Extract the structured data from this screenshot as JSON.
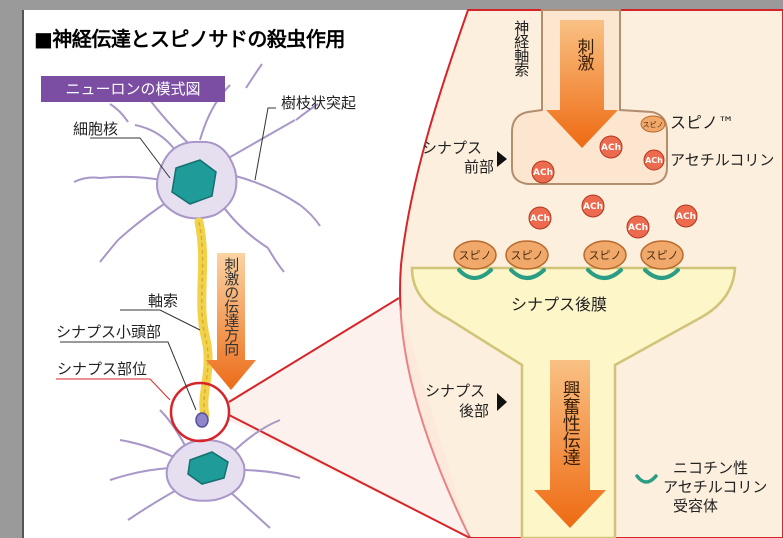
{
  "title": "■神経伝達とスピノサドの殺虫作用",
  "left": {
    "badge": "ニューロンの模式図",
    "dendrite_label": "樹枝状突起",
    "nucleus_label": "細胞核",
    "axon_label": "軸索",
    "bouton_label": "シナプス小頭部",
    "synapse_label": "シナプス部位",
    "direction_arrow": "刺激の伝達方向"
  },
  "right": {
    "axon_vertical": "神経軸索",
    "stimulus": "刺激",
    "presynaptic": [
      "シナプス",
      "前部"
    ],
    "postsynaptic_membrane": "シナプス後膜",
    "postsynaptic": [
      "シナプス",
      "後部"
    ],
    "excitatory": "興奮性伝達",
    "ach": "ACh",
    "spino": "スピノ",
    "legend": {
      "spino_mini": "スピノ",
      "spino": "スピノ™",
      "ach_icon": "ACh",
      "acetylcholine": "アセチルコリン",
      "receptor": [
        "ニコチン性",
        "アセチルコリン",
        "受容体"
      ]
    }
  },
  "colors": {
    "brand_red": "#d6252a",
    "badge_purple": "#7b4ea3",
    "neuron_fill": "#e6dff0",
    "neuron_stroke": "#9c8cc0",
    "nucleus": "#1f9c9a",
    "axon": "#f1d24a",
    "arrow_orange": "#ee7a1c",
    "terminal_fill": "#fde6cf",
    "funnel_fill": "#fcf6c8",
    "funnel_stroke": "#cfc477",
    "ach_fill": "#ec6a4e",
    "receptor": "#2a9d84"
  }
}
